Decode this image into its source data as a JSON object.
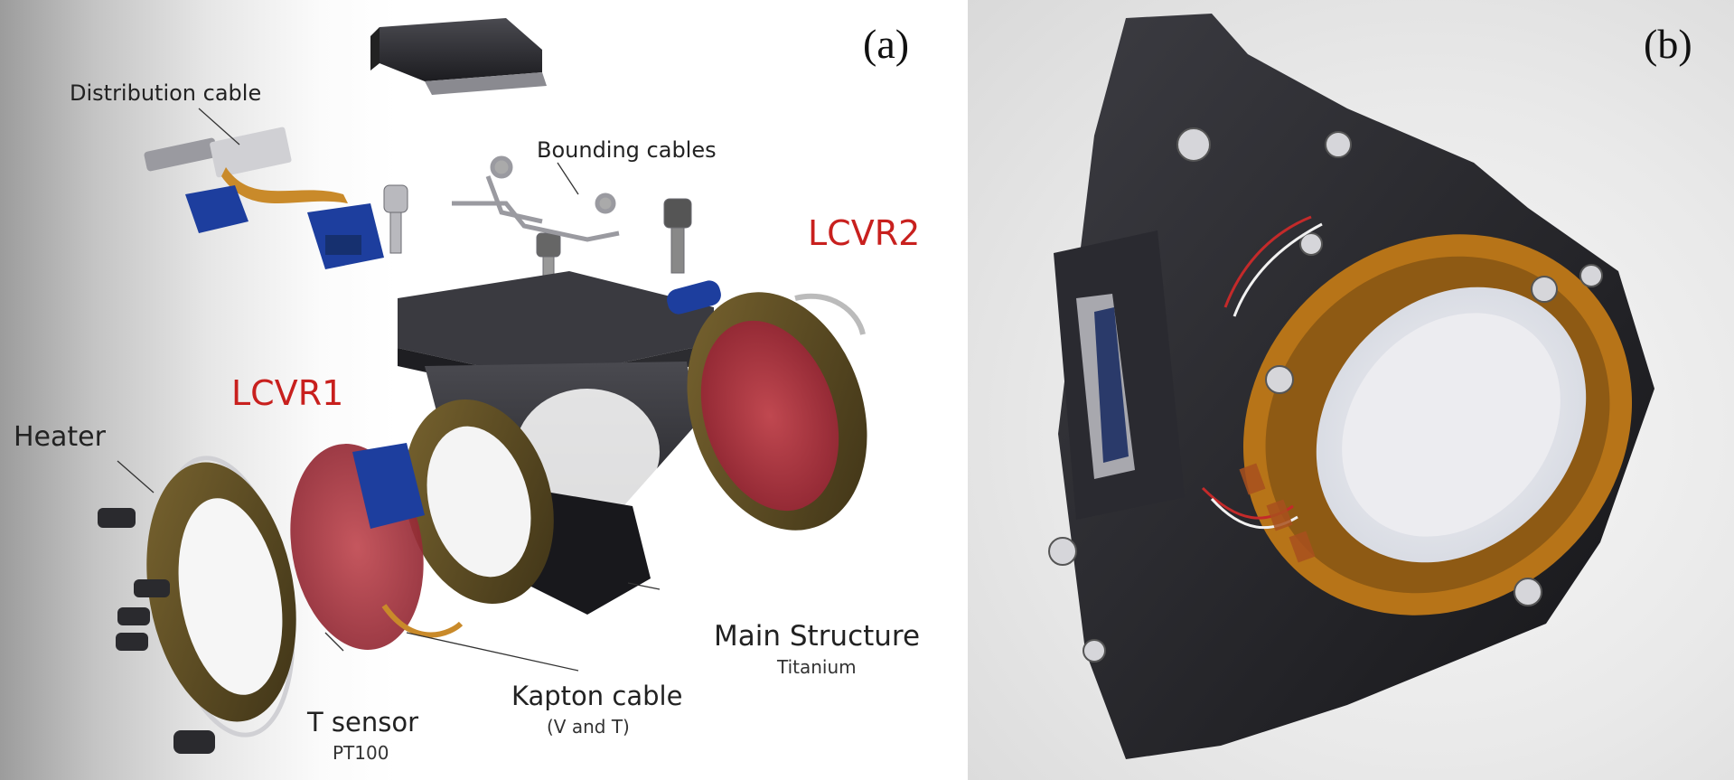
{
  "panel_a": {
    "label": "(a)",
    "callouts": {
      "distribution_cable": "Distribution cable",
      "bounding_cables": "Bounding cables",
      "lcvr2": "LCVR2",
      "lcvr1": "LCVR1",
      "heater": "Heater",
      "main_structure": "Main Structure",
      "main_structure_sub": "Titanium",
      "kapton_cable": "Kapton cable",
      "kapton_cable_sub": "(V and T)",
      "t_sensor": "T sensor",
      "t_sensor_sub": "PT100"
    }
  },
  "panel_b": {
    "label": "(b)"
  },
  "colors": {
    "lcvr_label": "#c8201e",
    "structure": "#2b2b2f",
    "kapton": "#c98a2a",
    "lcvr_glass": "#a8303a",
    "connector_blue": "#1d3e9e"
  }
}
